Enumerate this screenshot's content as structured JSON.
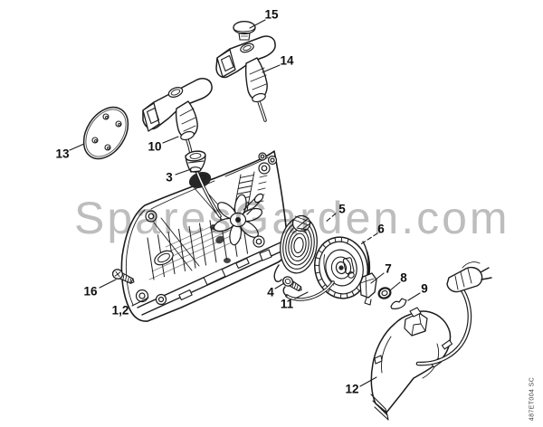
{
  "diagram": {
    "background_color": "#ffffff",
    "line_color": "#1c1c1c",
    "watermark_color": "#bdbdbd",
    "label_color": "#0f0f0f"
  },
  "watermark": {
    "text": "SparesGarden.com"
  },
  "drawing_code": {
    "text": "487ET004 SC"
  },
  "callouts": [
    {
      "label": "1,2"
    },
    {
      "label": "3"
    },
    {
      "label": "4"
    },
    {
      "label": "5"
    },
    {
      "label": "6"
    },
    {
      "label": "7"
    },
    {
      "label": "8"
    },
    {
      "label": "9"
    },
    {
      "label": "10"
    },
    {
      "label": "11"
    },
    {
      "label": "12"
    },
    {
      "label": "13"
    },
    {
      "label": "14"
    },
    {
      "label": "15"
    },
    {
      "label": "16"
    }
  ]
}
